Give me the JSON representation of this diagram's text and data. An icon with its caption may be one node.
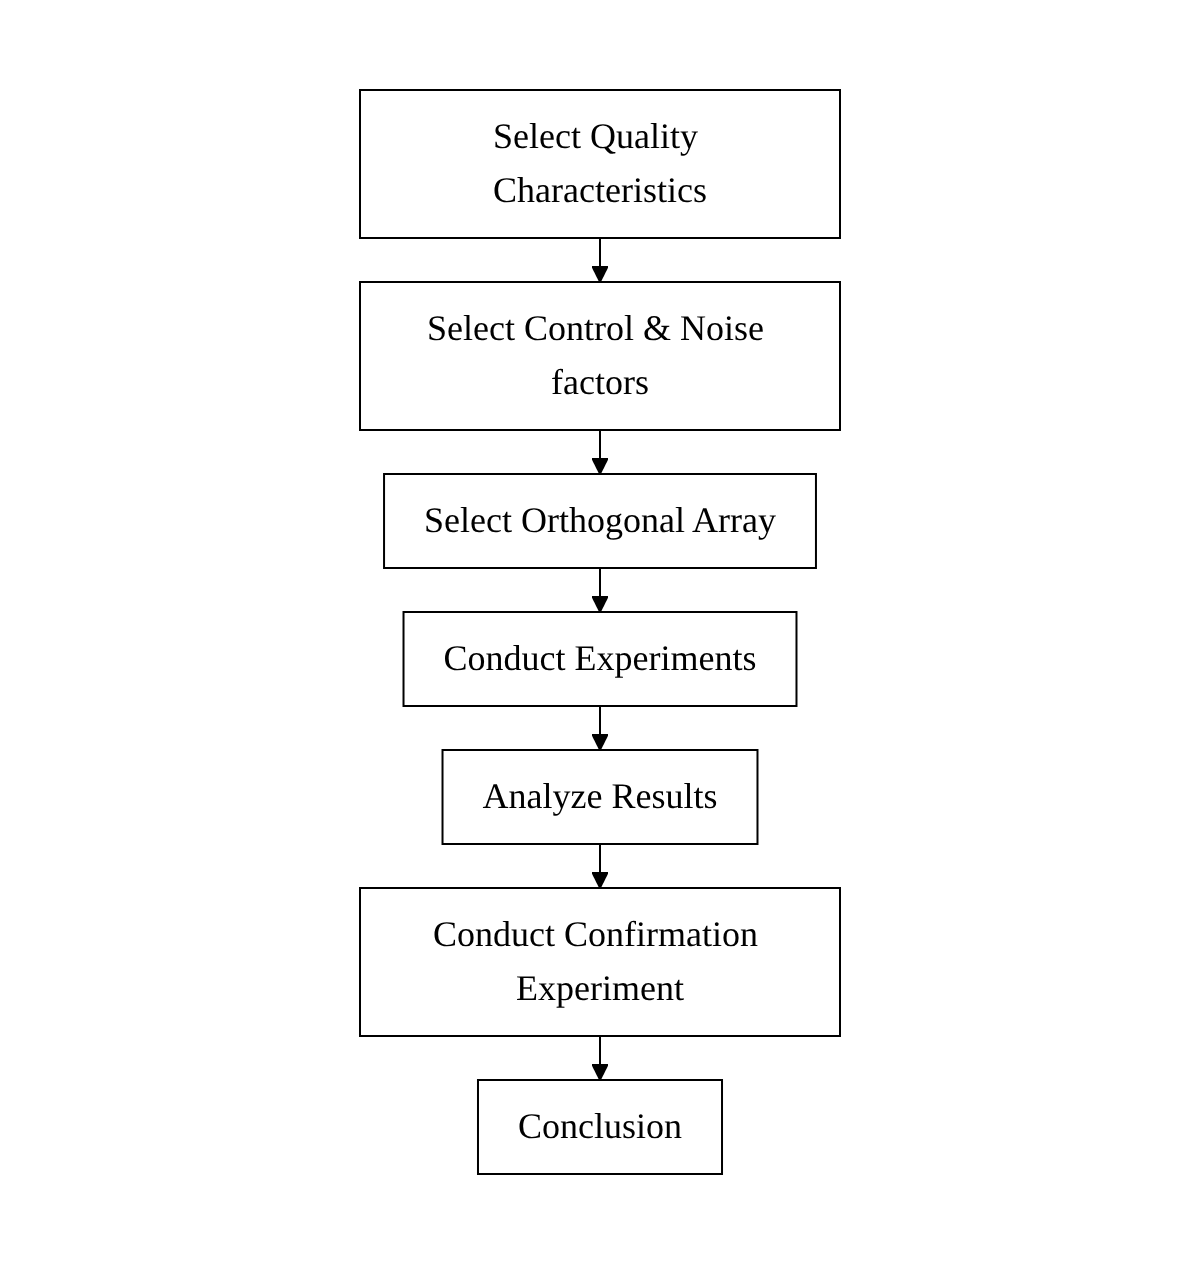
{
  "diagram": {
    "nodes": [
      {
        "text": [
          "Select Quality Characteristics"
        ]
      },
      {
        "text": [
          "Select Control & Noise factors"
        ]
      },
      {
        "text": [
          "Select Orthogonal Array"
        ]
      },
      {
        "text": [
          "Conduct Experiments"
        ]
      },
      {
        "text": [
          "Analyze Results"
        ]
      },
      {
        "text": [
          "Conduct Confirmation Experiment"
        ]
      },
      {
        "text": [
          "Conclusion"
        ]
      }
    ],
    "edges": [
      {
        "from": 0,
        "to": 1,
        "arrow": "to"
      },
      {
        "from": 1,
        "to": 2,
        "arrow": "to"
      },
      {
        "from": 2,
        "to": 3,
        "arrow": "to"
      },
      {
        "from": 3,
        "to": 4,
        "arrow": "to"
      },
      {
        "from": 4,
        "to": 5,
        "arrow": "to"
      },
      {
        "from": 5,
        "to": 6,
        "arrow": "to"
      }
    ]
  }
}
